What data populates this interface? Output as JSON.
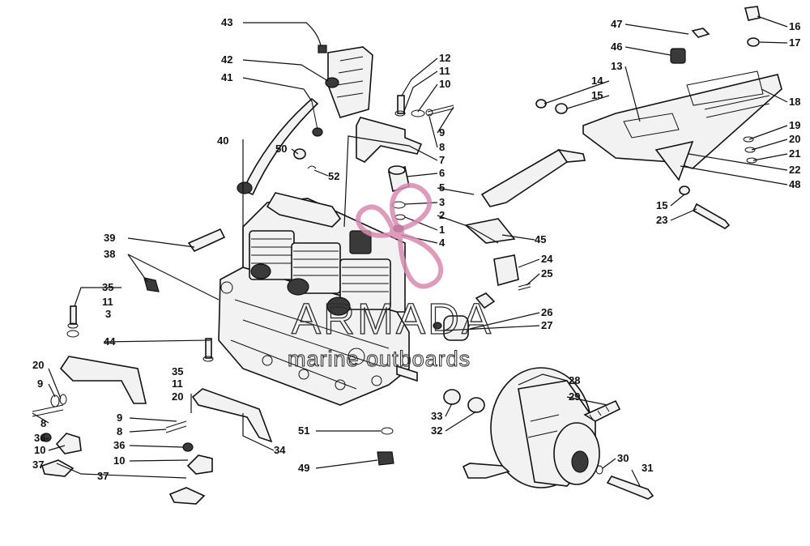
{
  "watermark": {
    "brand": "ARMADA",
    "tagline": "marine outboards",
    "accent_color": "#d98ab0"
  },
  "callouts": [
    {
      "id": "43",
      "label": "43"
    },
    {
      "id": "42",
      "label": "42"
    },
    {
      "id": "41",
      "label": "41"
    },
    {
      "id": "40",
      "label": "40"
    },
    {
      "id": "50",
      "label": "50"
    },
    {
      "id": "52",
      "label": "52"
    },
    {
      "id": "39",
      "label": "39"
    },
    {
      "id": "38",
      "label": "38"
    },
    {
      "id": "35a",
      "label": "35"
    },
    {
      "id": "11a",
      "label": "11"
    },
    {
      "id": "3a",
      "label": "3"
    },
    {
      "id": "44",
      "label": "44"
    },
    {
      "id": "20a",
      "label": "20"
    },
    {
      "id": "9a",
      "label": "9"
    },
    {
      "id": "8a",
      "label": "8"
    },
    {
      "id": "36a",
      "label": "36"
    },
    {
      "id": "10a",
      "label": "10"
    },
    {
      "id": "37a",
      "label": "37"
    },
    {
      "id": "35b",
      "label": "35"
    },
    {
      "id": "11b",
      "label": "11"
    },
    {
      "id": "20b",
      "label": "20"
    },
    {
      "id": "9b",
      "label": "9"
    },
    {
      "id": "8b",
      "label": "8"
    },
    {
      "id": "36b",
      "label": "36"
    },
    {
      "id": "10b",
      "label": "10"
    },
    {
      "id": "37b",
      "label": "37"
    },
    {
      "id": "34",
      "label": "34"
    },
    {
      "id": "51",
      "label": "51"
    },
    {
      "id": "49",
      "label": "49"
    },
    {
      "id": "12",
      "label": "12"
    },
    {
      "id": "11c",
      "label": "11"
    },
    {
      "id": "10c",
      "label": "10"
    },
    {
      "id": "9c",
      "label": "9"
    },
    {
      "id": "8c",
      "label": "8"
    },
    {
      "id": "7",
      "label": "7"
    },
    {
      "id": "6",
      "label": "6"
    },
    {
      "id": "5",
      "label": "5"
    },
    {
      "id": "3c",
      "label": "3"
    },
    {
      "id": "2",
      "label": "2"
    },
    {
      "id": "1",
      "label": "1"
    },
    {
      "id": "4",
      "label": "4"
    },
    {
      "id": "45",
      "label": "45"
    },
    {
      "id": "24",
      "label": "24"
    },
    {
      "id": "25",
      "label": "25"
    },
    {
      "id": "26",
      "label": "26"
    },
    {
      "id": "27",
      "label": "27"
    },
    {
      "id": "33",
      "label": "33"
    },
    {
      "id": "32",
      "label": "32"
    },
    {
      "id": "28",
      "label": "28"
    },
    {
      "id": "29",
      "label": "29"
    },
    {
      "id": "30",
      "label": "30"
    },
    {
      "id": "31",
      "label": "31"
    },
    {
      "id": "47",
      "label": "47"
    },
    {
      "id": "46",
      "label": "46"
    },
    {
      "id": "13",
      "label": "13"
    },
    {
      "id": "14",
      "label": "14"
    },
    {
      "id": "15a",
      "label": "15"
    },
    {
      "id": "16",
      "label": "16"
    },
    {
      "id": "17",
      "label": "17"
    },
    {
      "id": "18",
      "label": "18"
    },
    {
      "id": "19",
      "label": "19"
    },
    {
      "id": "20c",
      "label": "20"
    },
    {
      "id": "21",
      "label": "21"
    },
    {
      "id": "22",
      "label": "22"
    },
    {
      "id": "48",
      "label": "48"
    },
    {
      "id": "15b",
      "label": "15"
    },
    {
      "id": "23",
      "label": "23"
    }
  ]
}
